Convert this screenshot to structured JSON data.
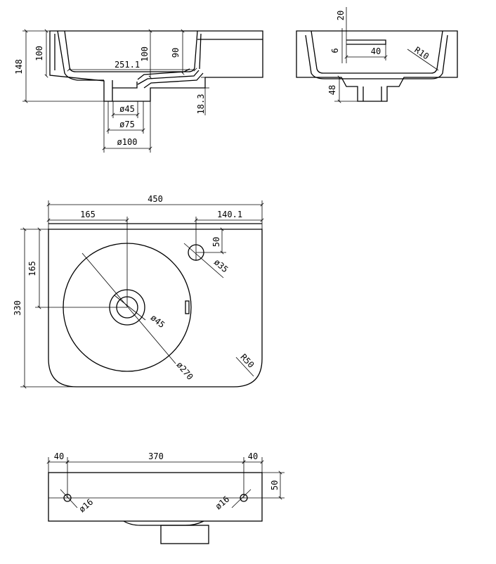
{
  "side_view": {
    "dim_148": "148",
    "dim_100_left": "100",
    "dim_100_center": "100",
    "dim_90": "90",
    "dim_251_1": "251.1",
    "dim_18_3": "18.3",
    "dim_d45": "ø45",
    "dim_d75": "ø75",
    "dim_d100": "ø100"
  },
  "end_view": {
    "dim_20": "20",
    "dim_6": "6",
    "dim_40": "40",
    "dim_r10": "R10",
    "dim_48": "48"
  },
  "top_view": {
    "dim_450": "450",
    "dim_165_top": "165",
    "dim_140_1": "140.1",
    "dim_50": "50",
    "dim_d35": "ø35",
    "dim_165_left": "165",
    "dim_330": "330",
    "dim_d45": "ø45",
    "dim_d270": "ø270",
    "dim_r50": "R50"
  },
  "rear_view": {
    "dim_40_left": "40",
    "dim_370": "370",
    "dim_40_right": "40",
    "dim_50": "50",
    "dim_d16_left": "ø16",
    "dim_d16_right": "ø16"
  }
}
